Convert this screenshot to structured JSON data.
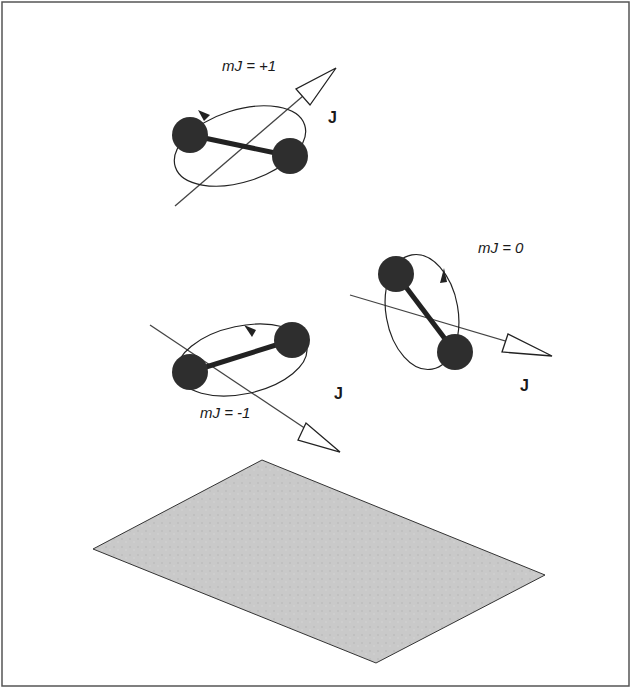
{
  "diagram": {
    "labels": [
      "mJ = +1",
      "J",
      "mJ = 0",
      "J",
      "J",
      "mJ = -1"
    ]
  }
}
